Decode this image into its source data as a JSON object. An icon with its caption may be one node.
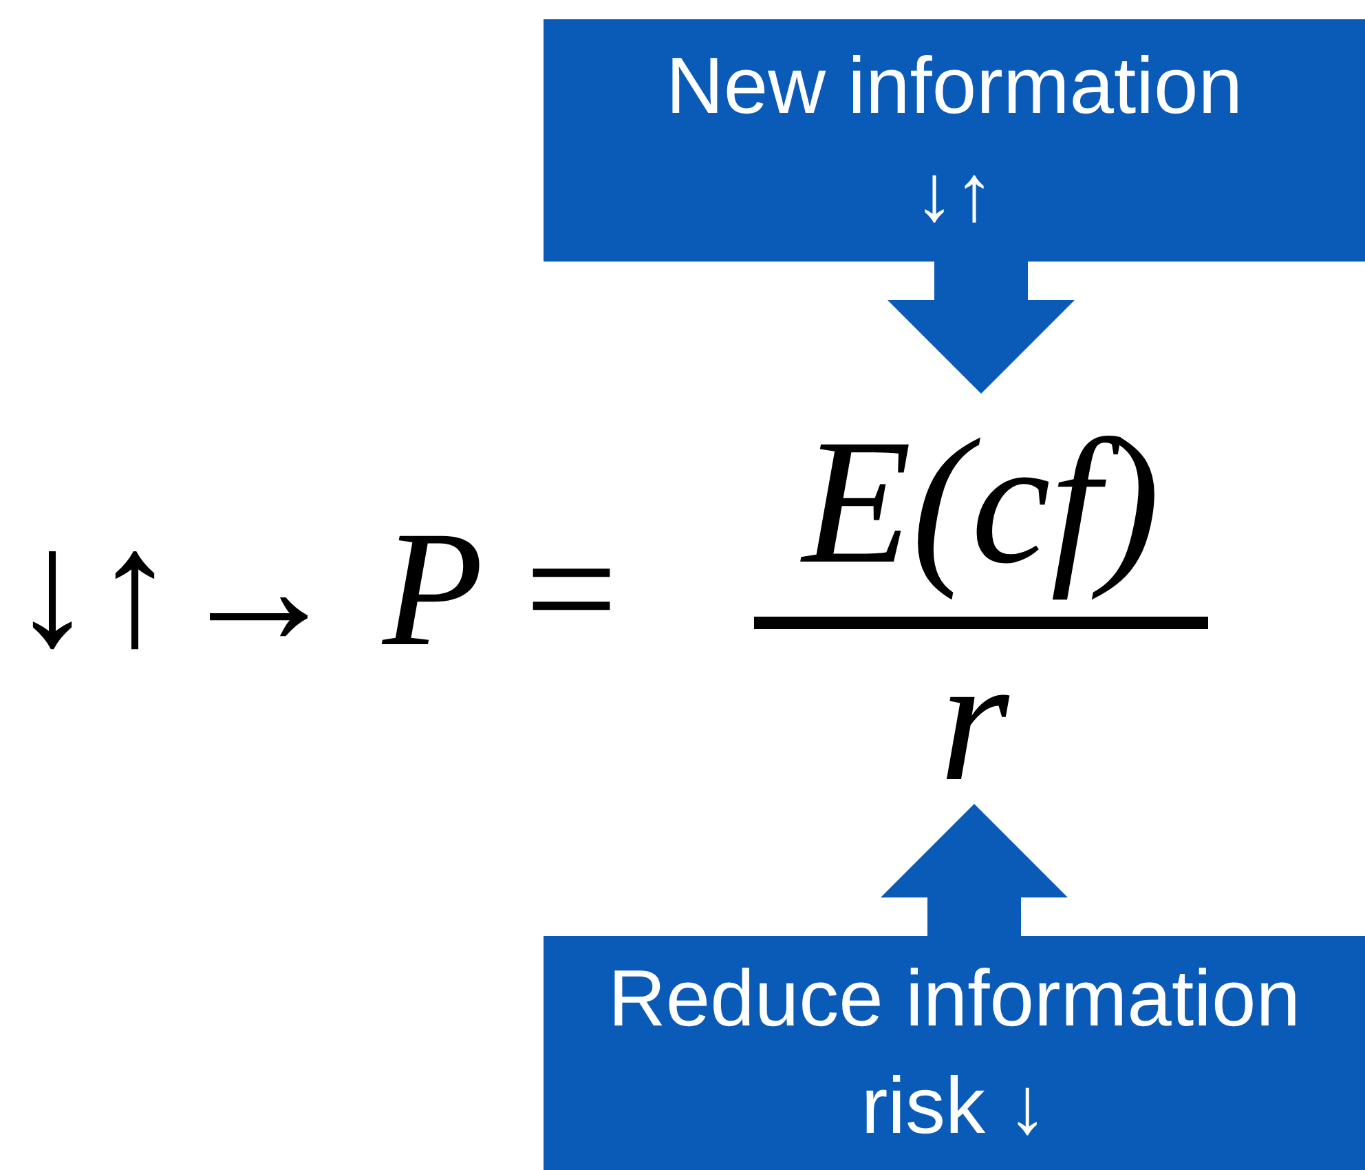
{
  "diagram": {
    "nodes": [
      {
        "text": [
          "New information ↓↑"
        ]
      },
      {
        "text": [
          "E(cf)"
        ]
      },
      {
        "text": [
          "r"
        ]
      },
      {
        "text": [
          "Reduce information risk ↓"
        ]
      }
    ],
    "edges": [
      {
        "from": 0,
        "to": 1,
        "arrow": "to"
      },
      {
        "from": 3,
        "to": 2,
        "arrow": "to"
      }
    ],
    "labels": [
      "↓↑→ *P* ="
    ]
  }
}
